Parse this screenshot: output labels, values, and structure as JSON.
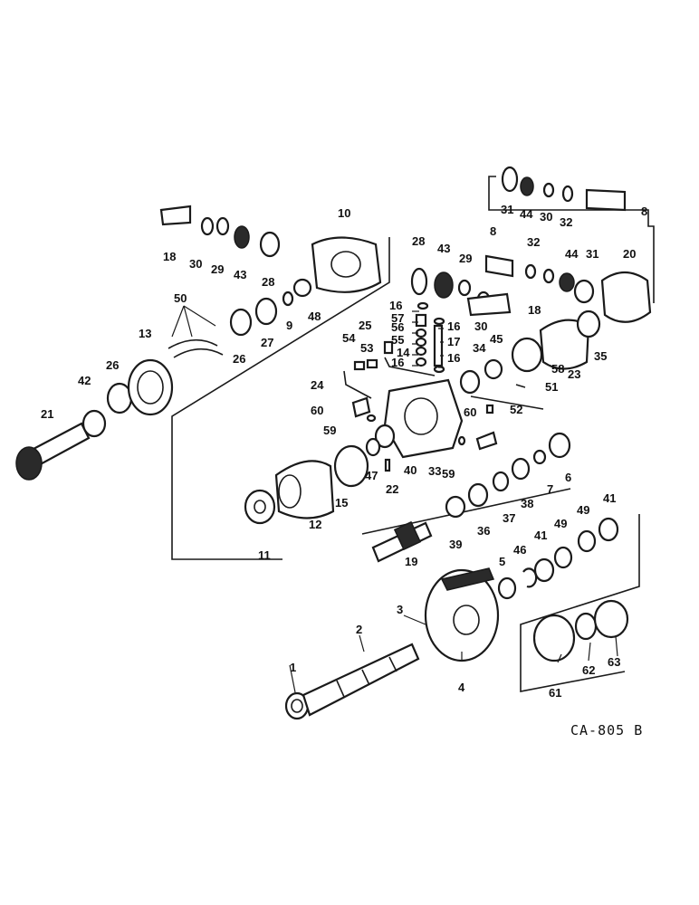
{
  "drawing_code": "CA-805 B",
  "callouts": [
    "1",
    "2",
    "3",
    "4",
    "5",
    "6",
    "7",
    "8",
    "8",
    "9",
    "10",
    "11",
    "12",
    "13",
    "14",
    "15",
    "16",
    "16",
    "16",
    "16",
    "17",
    "18",
    "18",
    "19",
    "20",
    "21",
    "22",
    "23",
    "24",
    "25",
    "26",
    "26",
    "27",
    "28",
    "28",
    "29",
    "29",
    "30",
    "30",
    "30",
    "31",
    "31",
    "32",
    "32",
    "33",
    "34",
    "35",
    "36",
    "37",
    "38",
    "39",
    "40",
    "41",
    "41",
    "42",
    "43",
    "43",
    "44",
    "44",
    "45",
    "46",
    "47",
    "48",
    "49",
    "49",
    "50",
    "51",
    "52",
    "53",
    "54",
    "55",
    "56",
    "57",
    "58",
    "59",
    "59",
    "60",
    "60",
    "61",
    "62",
    "63"
  ]
}
